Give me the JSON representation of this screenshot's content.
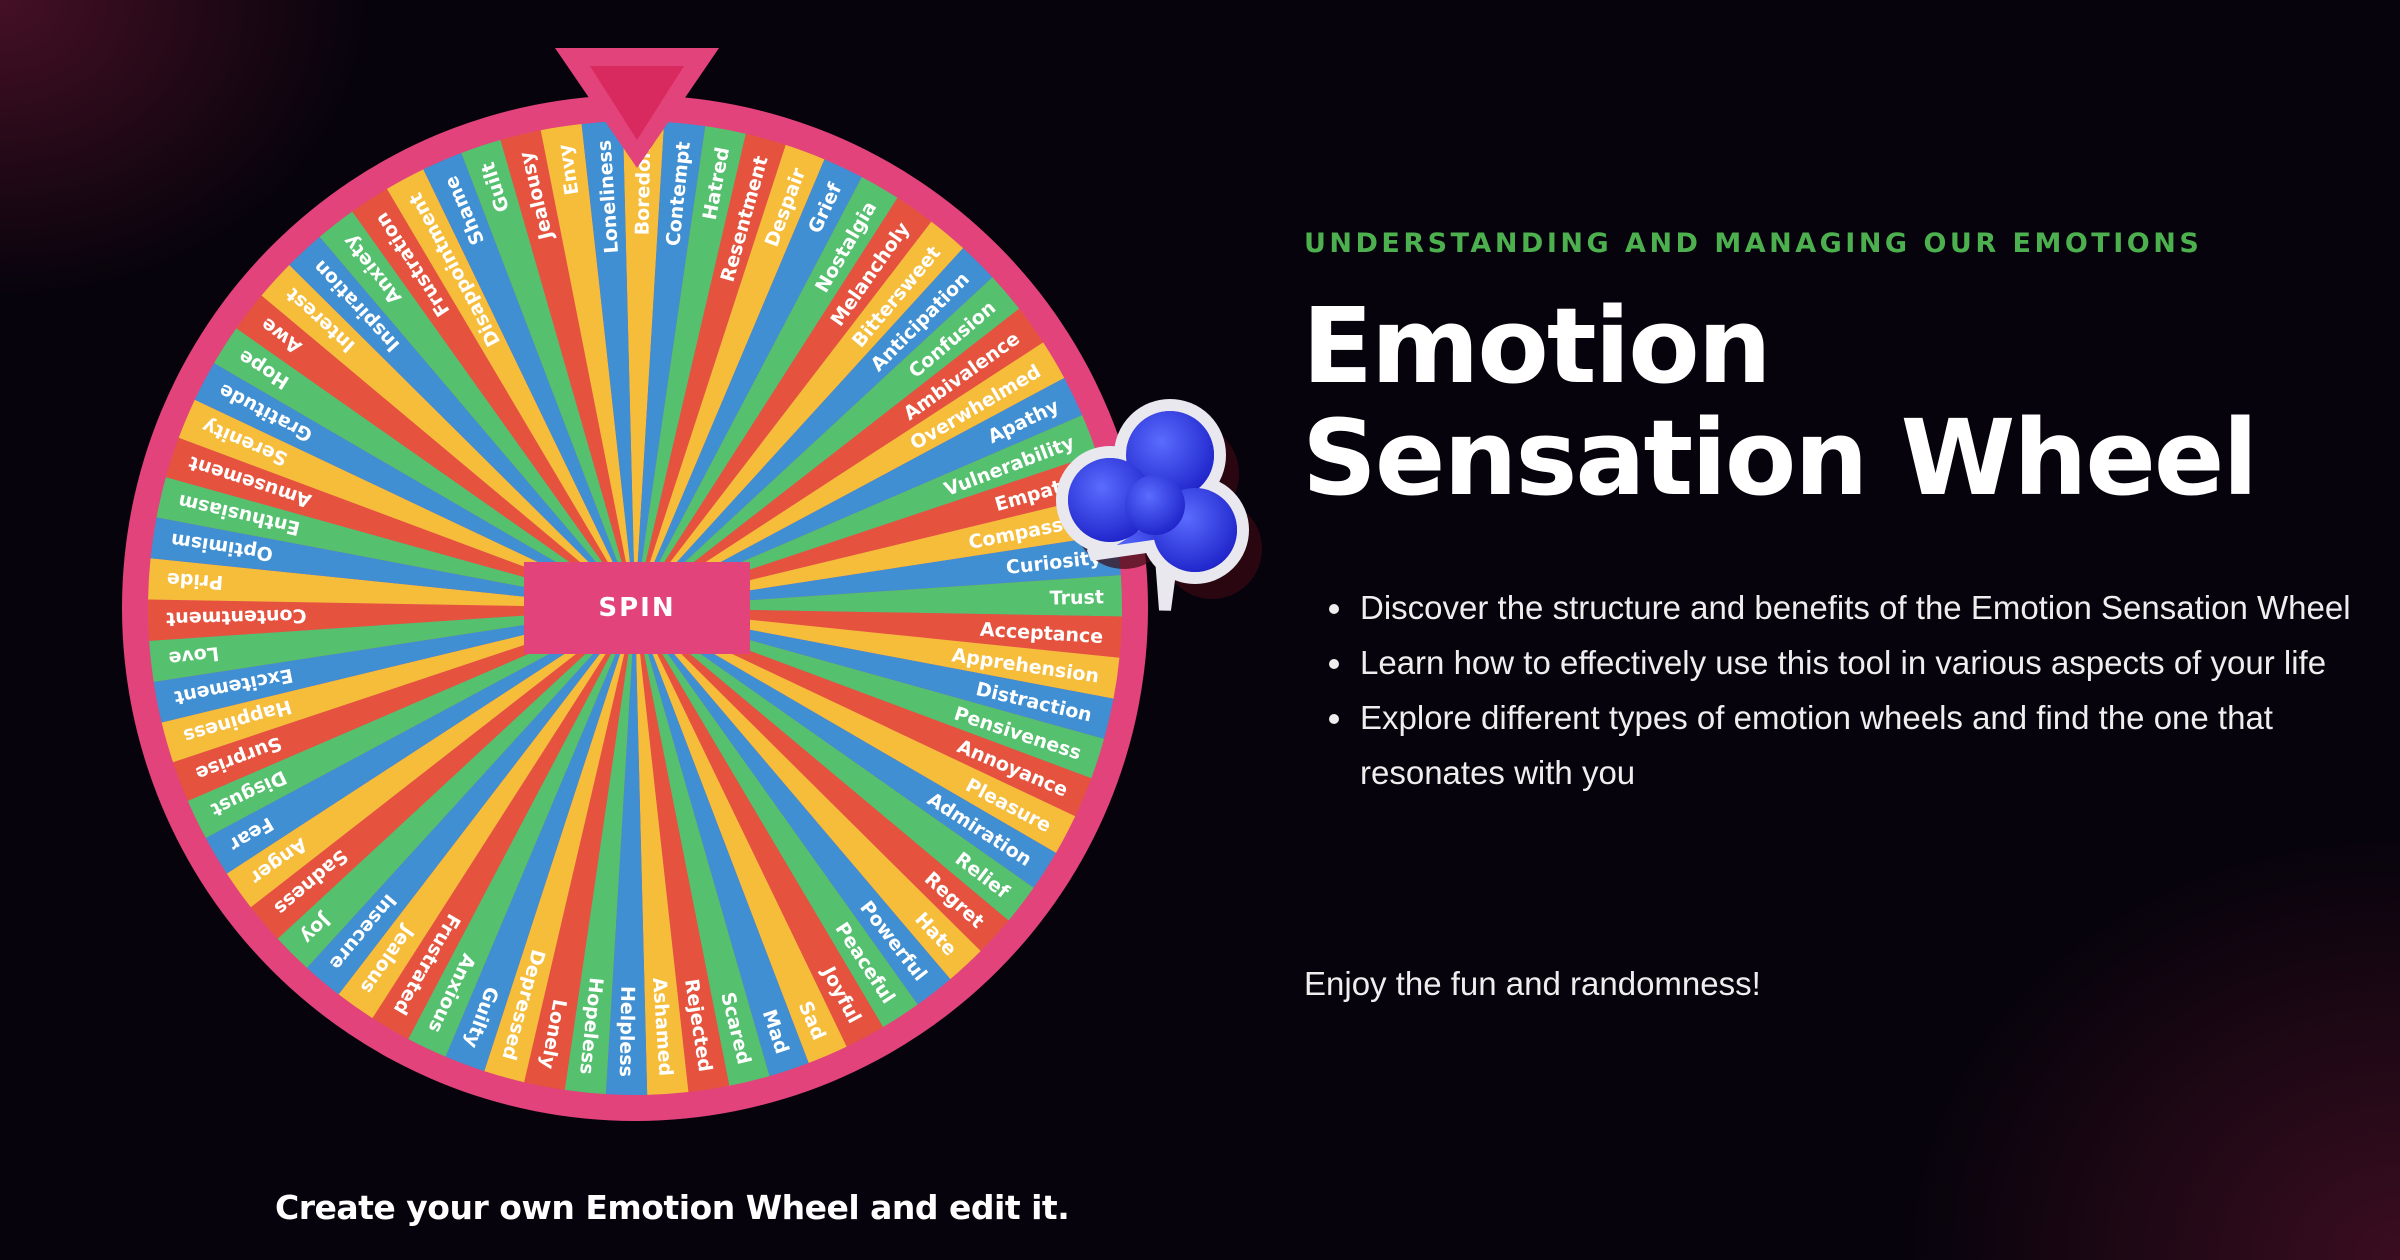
{
  "wheel": {
    "spin_label": "SPIN",
    "colors": [
      "#f6bd3b",
      "#3f8fd2",
      "#55c06e",
      "#e5533f"
    ],
    "ring_color": "#e2437a",
    "pointer_color": "#d92a5f",
    "items": [
      "Boredom",
      "Contempt",
      "Hatred",
      "Resentment",
      "Despair",
      "Grief",
      "Nostalgia",
      "Melancholy",
      "Bittersweet",
      "Anticipation",
      "Confusion",
      "Ambivalence",
      "Overwhelmed",
      "Apathy",
      "Vulnerability",
      "Empathy",
      "Compassion",
      "Curiosity",
      "Trust",
      "Acceptance",
      "Apprehension",
      "Distraction",
      "Pensiveness",
      "Annoyance",
      "Pleasure",
      "Admiration",
      "Relief",
      "Regret",
      "Hate",
      "Powerful",
      "Peaceful",
      "Joyful",
      "Sad",
      "Mad",
      "Scared",
      "Rejected",
      "Ashamed",
      "Helpless",
      "Hopeless",
      "Lonely",
      "Depressed",
      "Guilty",
      "Anxious",
      "Frustrated",
      "Jealous",
      "Insecure",
      "Joy",
      "Sadness",
      "Anger",
      "Fear",
      "Disgust",
      "Surprise",
      "Happiness",
      "Excitement",
      "Love",
      "Contentment",
      "Pride",
      "Optimism",
      "Enthusiasm",
      "Amusement",
      "Serenity",
      "Gratitude",
      "Hope",
      "Awe",
      "Interest",
      "Inspiration",
      "Anxiety",
      "Frustration",
      "Disappointment",
      "Shame",
      "Guilt",
      "Jealousy",
      "Envy",
      "Loneliness"
    ]
  },
  "decoration": {
    "icon": "blue-club-clover-icon",
    "color": "#2f3de0"
  },
  "content": {
    "eyebrow": "UNDERSTANDING AND MANAGING OUR EMOTIONS",
    "eyebrow_color": "#4db04f",
    "title": "Emotion Sensation Wheel",
    "bullets": [
      "Discover the structure and benefits of the Emotion Sensation Wheel",
      "Learn how to effectively use this tool in various aspects of your life",
      "Explore different types of emotion wheels and find the one that resonates with you"
    ],
    "closing": "Enjoy the fun and randomness!"
  },
  "footer": {
    "caption": "Create your own Emotion Wheel and edit it."
  }
}
